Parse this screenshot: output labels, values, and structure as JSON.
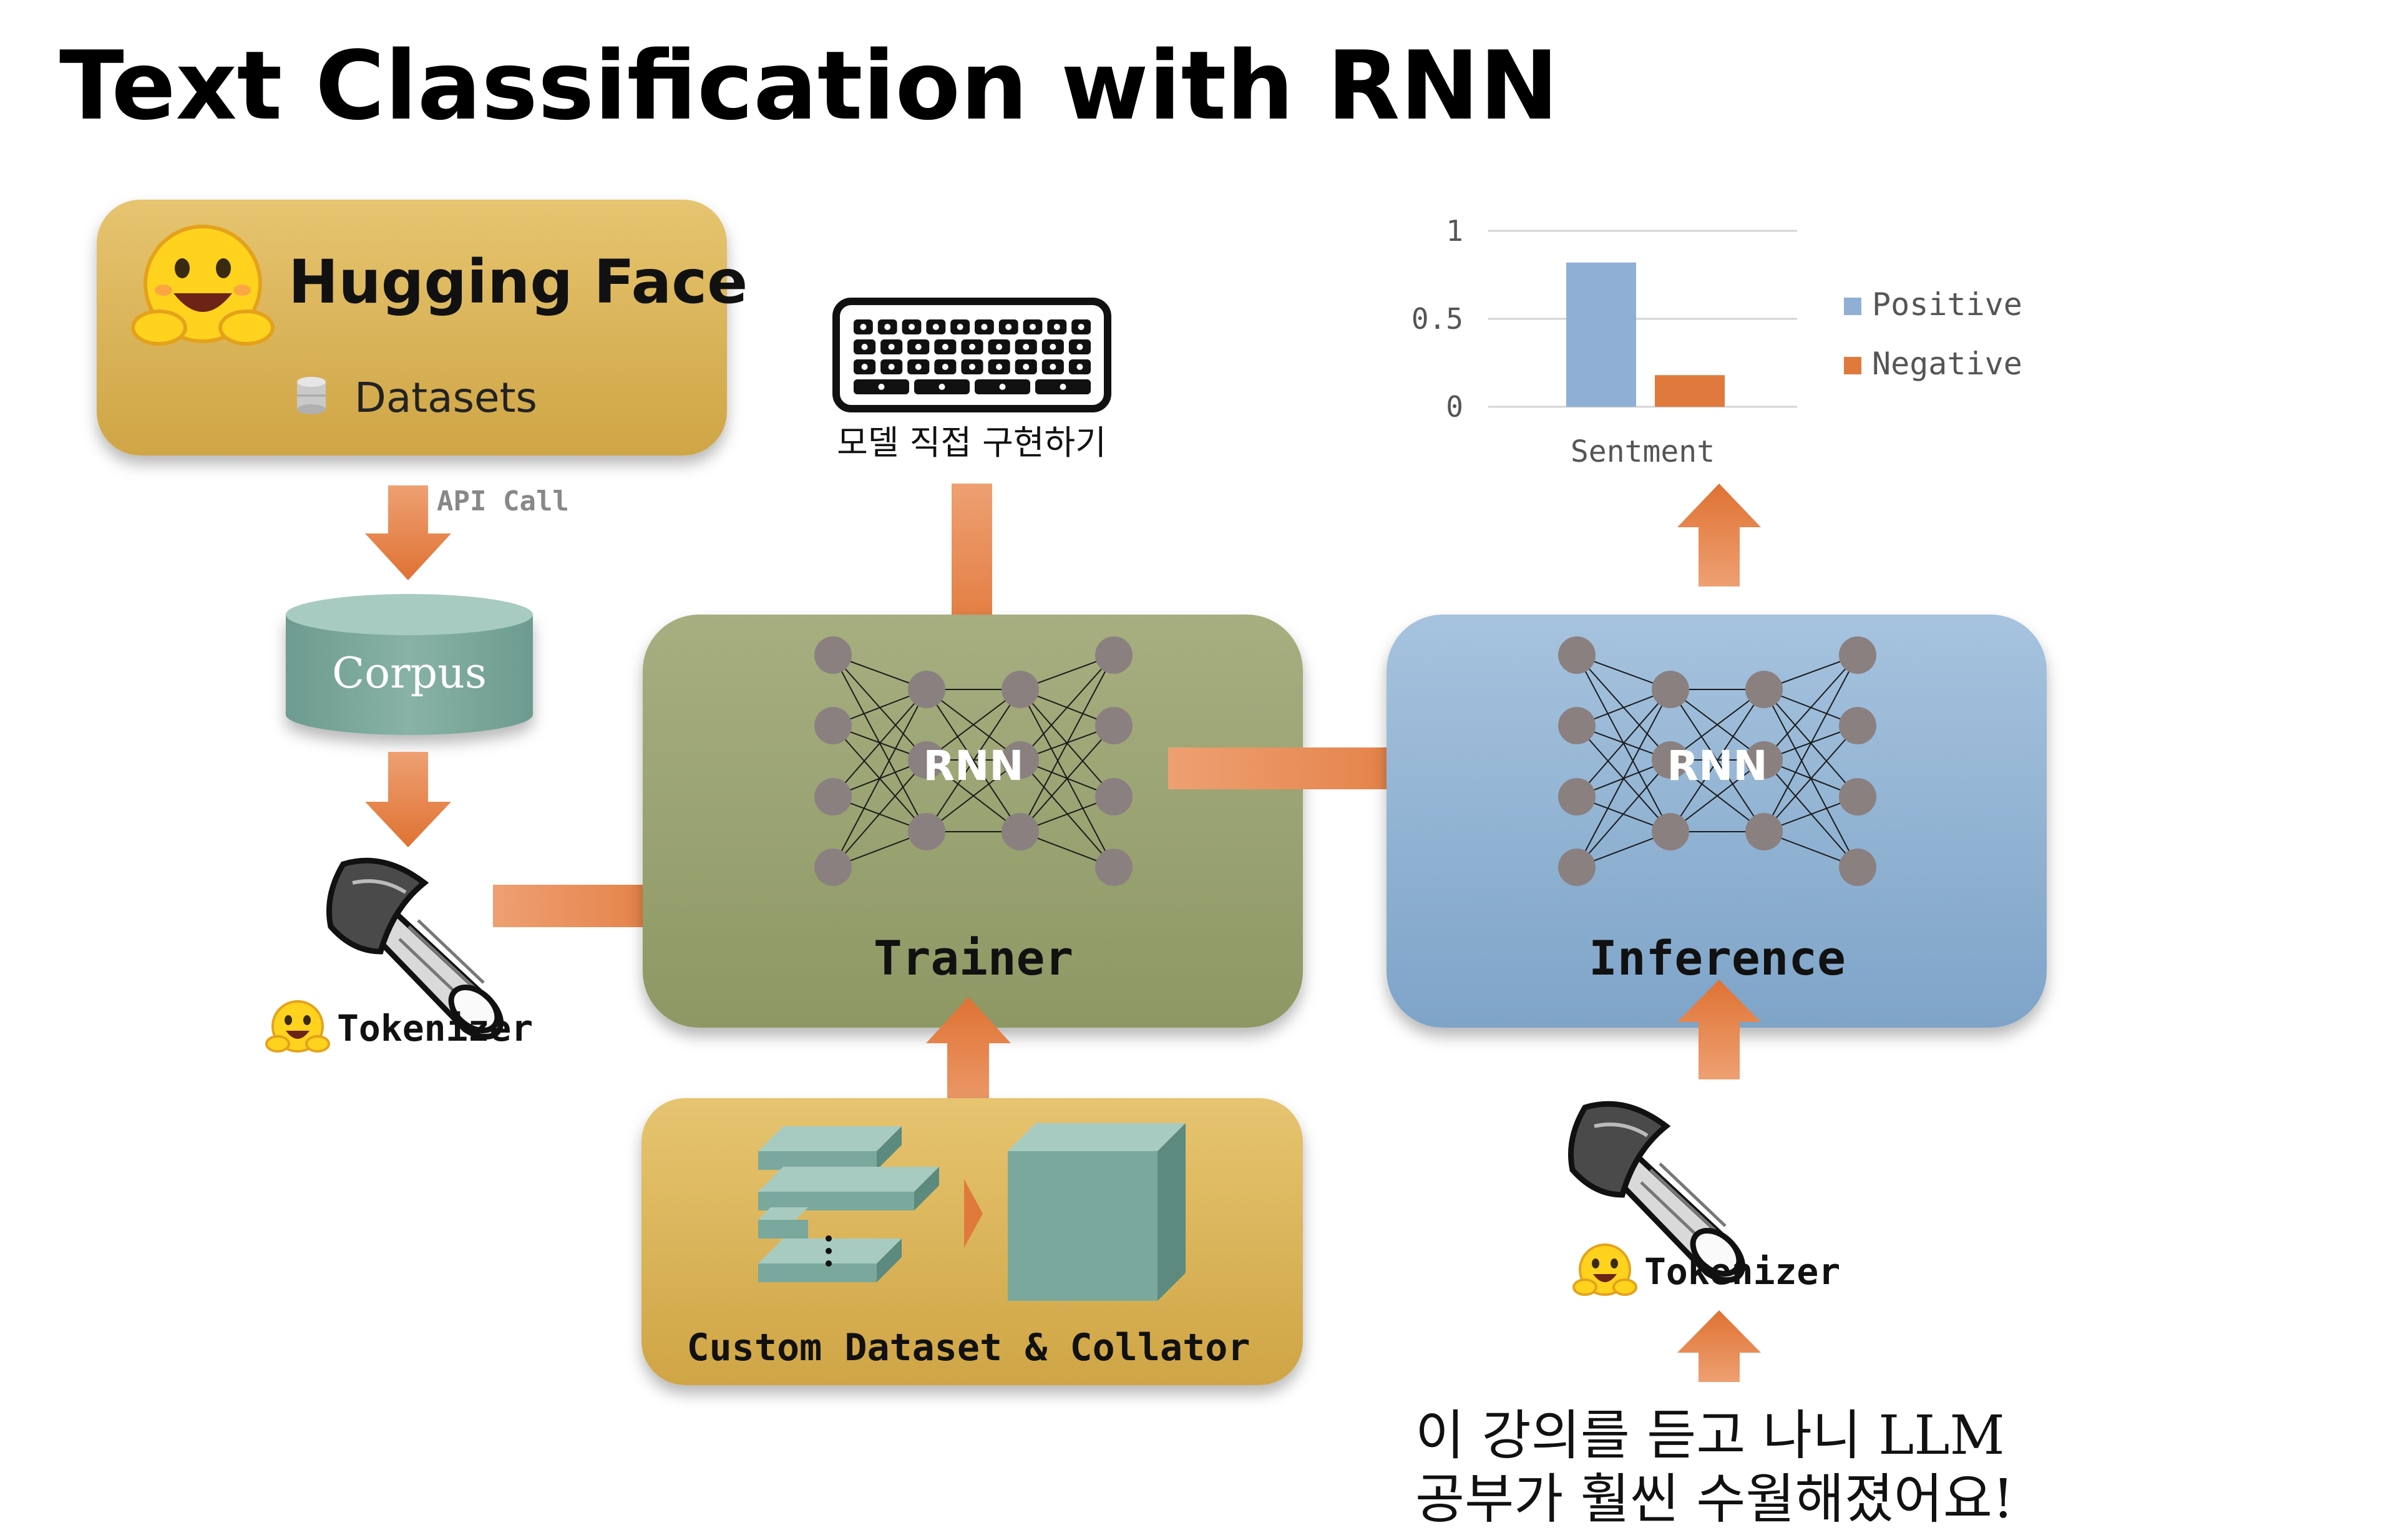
{
  "title": "Text Classification with RNN",
  "huggingface": {
    "name": "Hugging Face",
    "datasets_label": "Datasets"
  },
  "api_call_label": "API Call",
  "corpus_label": "Corpus",
  "tokenizer_label": "Tokenizer",
  "keyboard_caption": "모델 직접 구현하기",
  "trainer": {
    "network_label": "RNN",
    "label": "Trainer"
  },
  "inference": {
    "network_label": "RNN",
    "label": "Inference"
  },
  "custom_dataset_label": "Custom Dataset & Collator",
  "input_sentence": {
    "line1": "이 강의를 듣고 나니 LLM",
    "line2": "공부가 훨씬 수월해졌어요!"
  },
  "colors": {
    "gold": "#d9b152",
    "olive": "#96a06c",
    "blue": "#88acce",
    "teal": "#7aa89c",
    "arrow": "#e07a3c",
    "positive": "#8fb0d4",
    "negative": "#e07a3c"
  },
  "chart_data": {
    "type": "bar",
    "categories": [
      "Positive",
      "Negative"
    ],
    "values": [
      0.82,
      0.18
    ],
    "yticks": [
      "1",
      "0.5",
      "0"
    ],
    "ylim": [
      0,
      1
    ],
    "xlabel": "Sentment",
    "legend": [
      "Positive",
      "Negative"
    ],
    "legend_position": "right",
    "grid": true
  }
}
